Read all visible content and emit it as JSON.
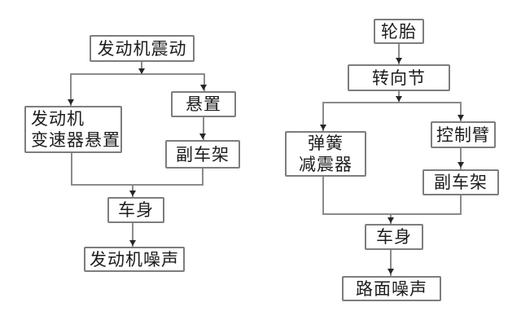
{
  "figure": {
    "description": "Two flowcharts of vehicle noise transfer paths",
    "colors": {
      "background": "#ffffff",
      "box_border": "#7d7d7d",
      "connector": "#8b8b8b",
      "arrowhead": "#262626",
      "text": "#1c1c1c"
    },
    "left_flow": {
      "nodes": {
        "engine_vibration": {
          "label": "发动机震动"
        },
        "engine_transmission_mount": {
          "label": "发动机\n变速器悬置"
        },
        "mount": {
          "label": "悬置"
        },
        "subframe": {
          "label": "副车架"
        },
        "body": {
          "label": "车身"
        },
        "engine_noise": {
          "label": "发动机噪声"
        }
      },
      "edges": [
        {
          "from": "engine_vibration",
          "to": "engine_transmission_mount"
        },
        {
          "from": "engine_vibration",
          "to": "mount"
        },
        {
          "from": "mount",
          "to": "subframe"
        },
        {
          "from": "engine_transmission_mount",
          "to": "body"
        },
        {
          "from": "subframe",
          "to": "body"
        },
        {
          "from": "body",
          "to": "engine_noise"
        }
      ]
    },
    "right_flow": {
      "nodes": {
        "tire": {
          "label": "轮胎"
        },
        "steering_knuckle": {
          "label": "转向节"
        },
        "spring_damper": {
          "label": "弹簧\n减震器"
        },
        "control_arm": {
          "label": "控制臂"
        },
        "subframe": {
          "label": "副车架"
        },
        "body": {
          "label": "车身"
        },
        "road_noise": {
          "label": "路面噪声"
        }
      },
      "edges": [
        {
          "from": "tire",
          "to": "steering_knuckle"
        },
        {
          "from": "steering_knuckle",
          "to": "spring_damper"
        },
        {
          "from": "steering_knuckle",
          "to": "control_arm"
        },
        {
          "from": "control_arm",
          "to": "subframe"
        },
        {
          "from": "spring_damper",
          "to": "body"
        },
        {
          "from": "subframe",
          "to": "body"
        },
        {
          "from": "body",
          "to": "road_noise"
        }
      ]
    }
  }
}
